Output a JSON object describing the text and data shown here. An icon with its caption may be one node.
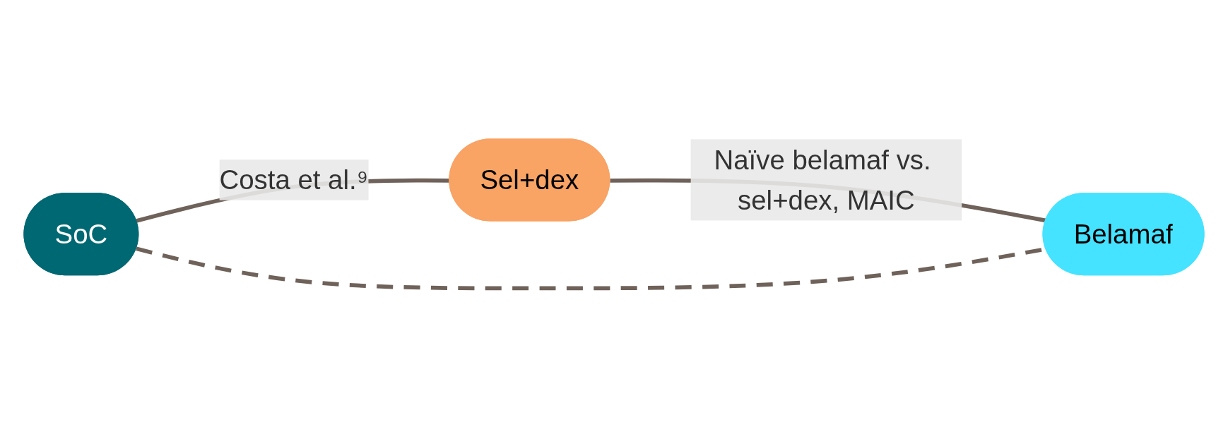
{
  "diagram": {
    "nodes": [
      {
        "text": [
          "SoC"
        ]
      },
      {
        "text": [
          "Sel+dex"
        ]
      },
      {
        "text": [
          "Belamaf"
        ]
      }
    ],
    "edges": [
      {
        "from": 0,
        "to": 1,
        "arrow": "none",
        "label": "Costa et al.⁹"
      },
      {
        "from": 1,
        "to": 2,
        "arrow": "none",
        "label": "Naïve belamaf vs. sel+dex, MAIC"
      },
      {
        "from": 0,
        "to": 2,
        "arrow": "none",
        "style": "dashed"
      }
    ]
  }
}
